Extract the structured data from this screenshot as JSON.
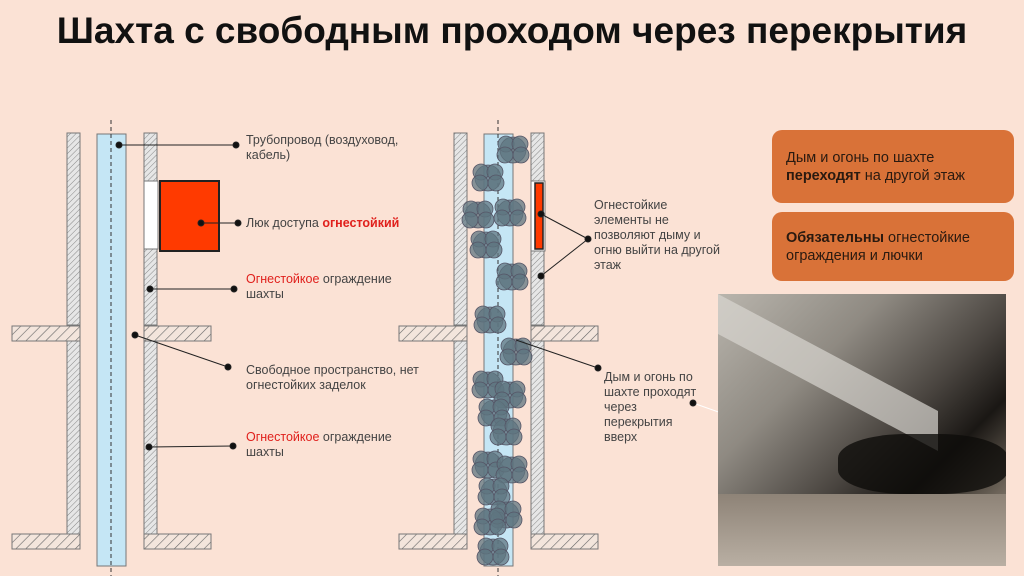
{
  "title": "Шахта с свободным проходом через перекрытия",
  "left_diagram": {
    "pipe_label": "Трубопровод (воздуховод, кабель)",
    "hatch_label_prefix": "Люк доступа ",
    "hatch_label_accent": "огнестойкий",
    "wall_label_1_accent": "Огнестойкое",
    "wall_label_1_rest": " ограждение шахты",
    "free_space_label": "Свободное пространство, нет огнестойких заделок",
    "wall_label_2_accent": "Огнестойкое",
    "wall_label_2_rest": " ограждение шахты"
  },
  "right_diagram": {
    "elements_label": "Огнестойкие элементы не позволяют дыму и огню выйти на другой этаж",
    "smoke_label": "Дым и огонь по шахте проходят через перекрытия вверх"
  },
  "info_boxes": [
    {
      "text_before": "Дым и огонь по шахте ",
      "bold": "переходят",
      "text_after": " на другой этаж"
    },
    {
      "text_before": "",
      "bold": "Обязательны",
      "text_after": " огнестойкие ограждения и лючки"
    }
  ],
  "colors": {
    "background": "#fbe2d5",
    "accent": "#d97238",
    "fire_red": "#ff3a00",
    "pipe": "#c5e6f5"
  }
}
